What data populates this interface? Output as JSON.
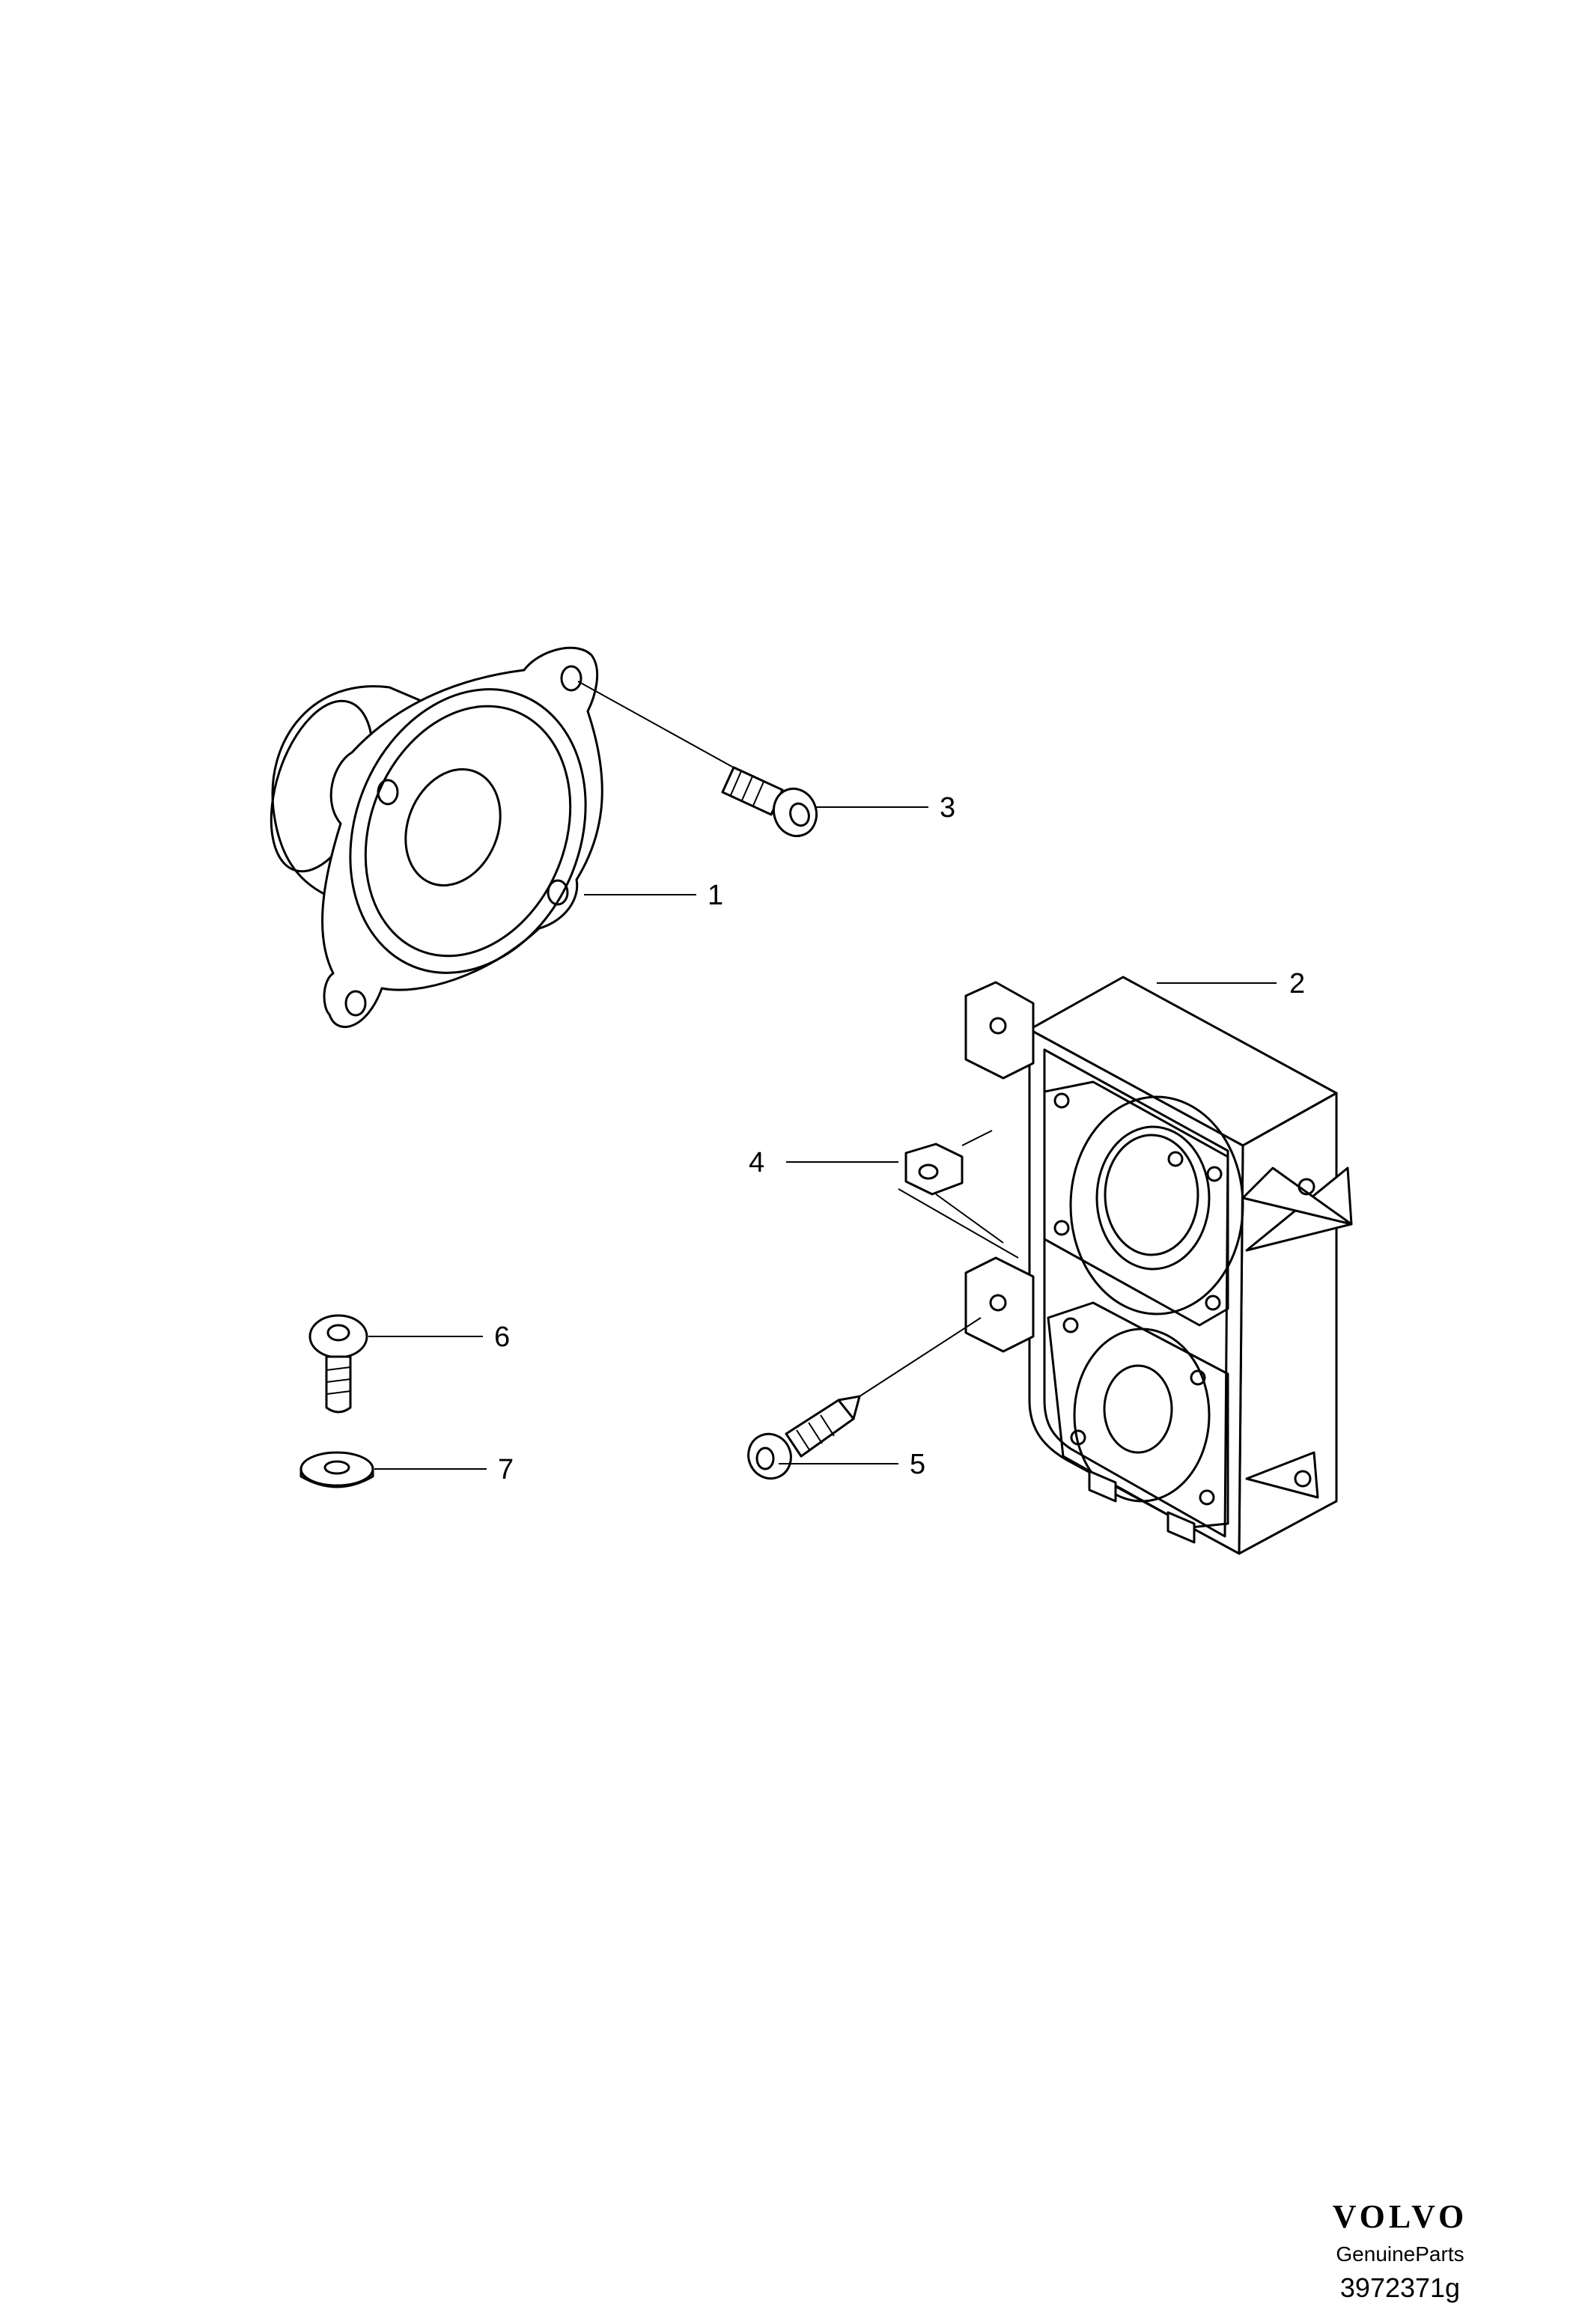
{
  "diagram": {
    "callouts": [
      {
        "id": "1",
        "label": "1"
      },
      {
        "id": "2",
        "label": "2"
      },
      {
        "id": "3",
        "label": "3"
      },
      {
        "id": "4",
        "label": "4"
      },
      {
        "id": "5",
        "label": "5"
      },
      {
        "id": "6",
        "label": "6"
      },
      {
        "id": "7",
        "label": "7"
      }
    ]
  },
  "brand": {
    "logo_text": "VOLVO",
    "subtitle": "GenuineParts",
    "code": "3972371g"
  }
}
